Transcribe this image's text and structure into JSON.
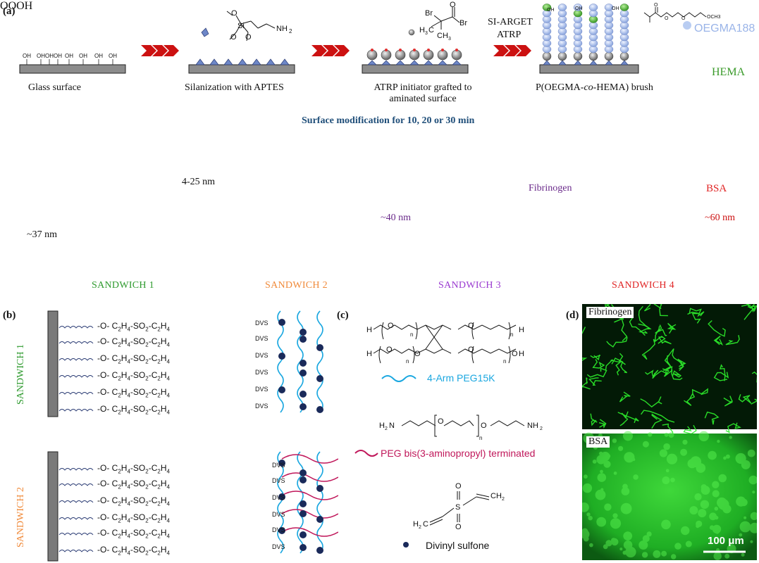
{
  "panels": {
    "a": "(a)",
    "b": "(b)",
    "c": "(c)",
    "d": "(d)"
  },
  "top_steps": [
    "Glass surface",
    "Silanization with APTES",
    "ATRP initiator grafted to aminated surface",
    "P(OEGMA-co-HEMA) brush"
  ],
  "reaction_label": [
    "SI-ARGET",
    "ATRP"
  ],
  "monomers": {
    "oegma": "OEGMA188",
    "hema": "HEMA"
  },
  "modification": "Surface modification for 10, 20 or 30 min",
  "sandwiches": [
    {
      "name": "SANDWICH 1",
      "color": "#2e9a2e",
      "dimension": "~37 nm"
    },
    {
      "name": "SANDWICH 2",
      "color": "#f08a3a",
      "dimension": "4-25 nm"
    },
    {
      "name": "SANDWICH 3",
      "color": "#9a3ad0",
      "dimension": "~40 nm",
      "protein": "Fibrinogen"
    },
    {
      "name": "SANDWICH 4",
      "color": "#e02424",
      "dimension": "~60 nm",
      "protein": "BSA"
    }
  ],
  "panel_b": {
    "sw1_label": "SANDWICH 1",
    "sw2_label": "SANDWICH 2",
    "linker": "-O- C2H4-SO2-C2H4",
    "dvs": "DVS"
  },
  "panel_c": {
    "peg4arm": "4-Arm PEG15K",
    "pegdiamine": "PEG bis(3-aminopropyl) terminated",
    "dvs": "Divinyl sulfone"
  },
  "panel_d": {
    "top": "Fibrinogen",
    "bottom": "BSA",
    "scale": "100 μm"
  },
  "colors": {
    "arrow": "#1f4e79",
    "red_arrow": "#cc1111",
    "cyan": "#1aa7e0",
    "magenta": "#c0175a",
    "bead": "#b9cdf2",
    "green": "#62c24a"
  }
}
